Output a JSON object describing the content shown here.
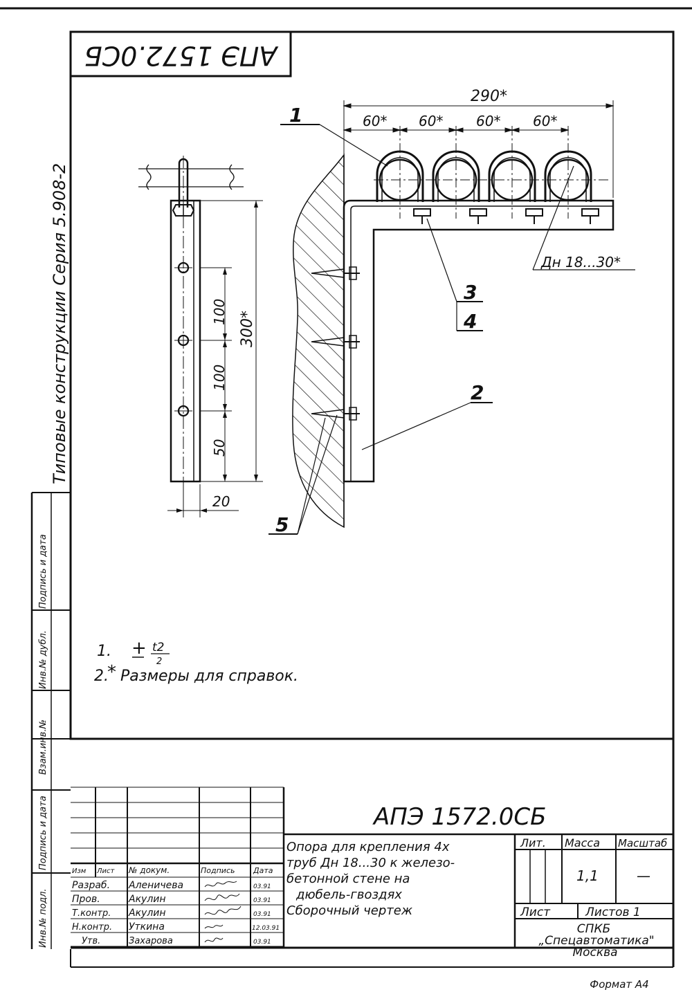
{
  "stamp_top": "АПЭ 1572.0СБ",
  "series_vertical": "Типовые конструкции   Серия 5.908-2",
  "left_strip": [
    "Подпись и дата",
    "Инв.№ дубл.",
    "Взам.инв.№",
    "Подпись и дата",
    "Инв.№ подл."
  ],
  "dimensions": {
    "overall_width": "290*",
    "spacing": [
      "60*",
      "60*",
      "60*",
      "60*"
    ],
    "pipe_dia": "Дн 18...30*",
    "height": "300*",
    "holes": [
      "100",
      "100",
      "50"
    ],
    "strip_width": "20"
  },
  "callouts": [
    "1",
    "2",
    "3",
    "4",
    "5"
  ],
  "notes": {
    "n1_prefix": "1.",
    "n1_sign": "+",
    "n1_num": "t2",
    "n1_den": "2",
    "n2_prefix": "2.",
    "n2_text": "Размеры для справок."
  },
  "title_block": {
    "doc_code": "АПЭ 1572.0СБ",
    "description": [
      "Опора для крепления 4х",
      "труб Дн 18...30 к железо-",
      "бетонной стене на",
      "дюбель-гвоздях",
      "Сборочный чертеж"
    ],
    "col_headers": [
      "Изм",
      "Лист",
      "№ докум.",
      "Подпись",
      "Дата"
    ],
    "roles": [
      "Разраб.",
      "Пров.",
      "Т.контр.",
      "Н.контр.",
      "Утв."
    ],
    "names": [
      "Аленичева",
      "Акулин",
      "Акулин",
      "Уткина",
      "Захарова"
    ],
    "dates": [
      "03.91",
      "03.91",
      "03.91",
      "12.03.91",
      "03.91"
    ],
    "lit_label": "Лит.",
    "mass_label": "Масса",
    "scale_label": "Масштаб",
    "mass_value": "1,1",
    "scale_value": "—",
    "sheet_label": "Лист",
    "sheets_label": "Листов 1",
    "org": [
      "СПКБ",
      "„Спецавтоматика\"",
      "Москва"
    ],
    "format": "Формат А4"
  }
}
